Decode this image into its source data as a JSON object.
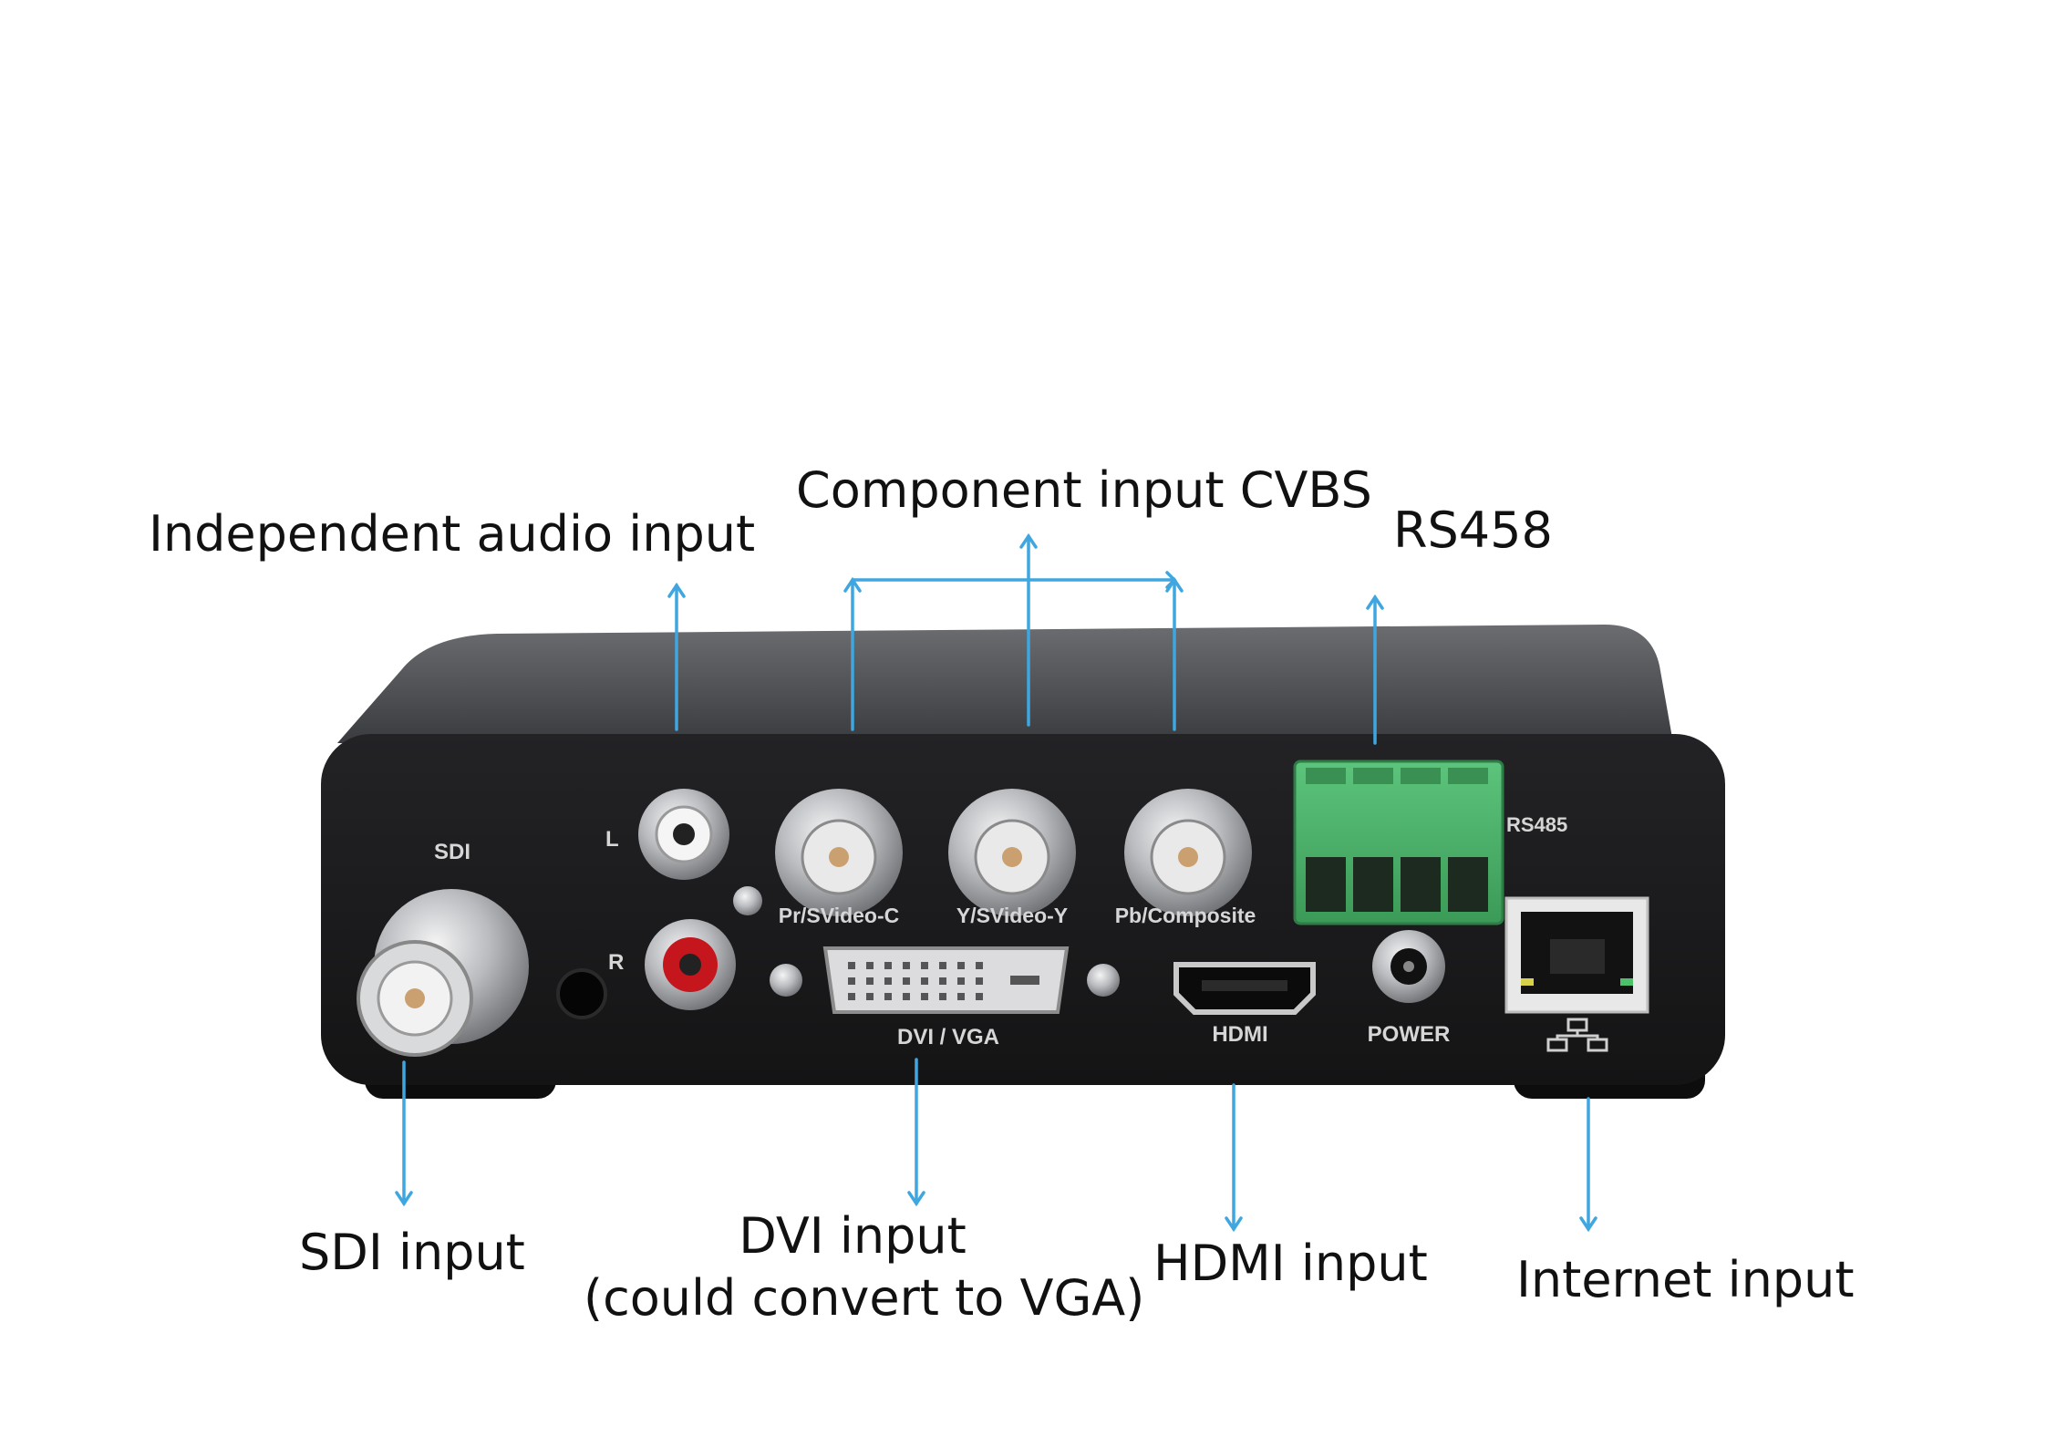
{
  "callouts": {
    "audio": "Independent audio input",
    "component": "Component input CVBS",
    "rs": "RS458",
    "sdi": "SDI input",
    "dvi_line1": "DVI input",
    "dvi_line2": "(could convert to VGA)",
    "hdmi": "HDMI input",
    "internet": "Internet input"
  },
  "panel_labels": {
    "sdi": "SDI",
    "audio_l": "L",
    "audio_r": "R",
    "bnc1": "Pr/SVideo-C",
    "bnc2": "Y/SVideo-Y",
    "bnc3": "Pb/Composite",
    "rs485": "RS485",
    "dvi_vga": "DVI / VGA",
    "hdmi": "HDMI",
    "power": "POWER"
  },
  "colors": {
    "arrow": "#3fa6e0",
    "body": "#1c1c1e",
    "terminal": "#46b36a"
  }
}
